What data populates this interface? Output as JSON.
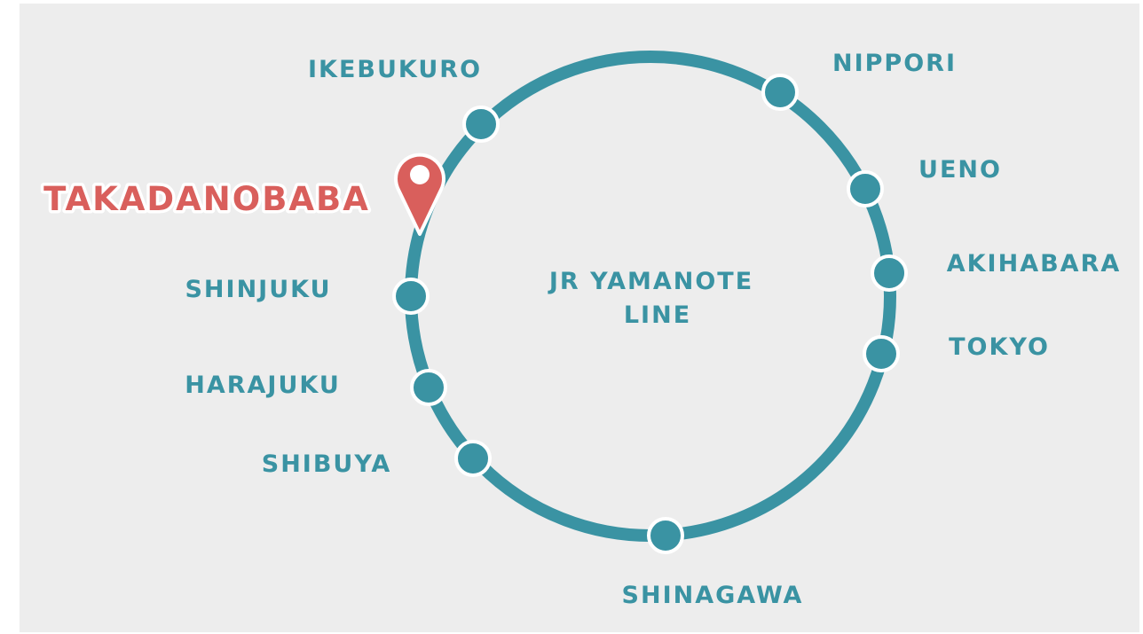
{
  "colors": {
    "background": "#ededed",
    "line": "#3a93a3",
    "highlight": "#d95f5c",
    "station_outline": "#ffffff"
  },
  "line_name": [
    "JR YAMANOTE",
    "LINE"
  ],
  "highlight_station": {
    "name": "TAKADANOBABA",
    "icon": "map-pin-icon"
  },
  "stations": [
    {
      "id": "ikebukuro",
      "name": "IKEBUKURO"
    },
    {
      "id": "nippori",
      "name": "NIPPORI"
    },
    {
      "id": "ueno",
      "name": "UENO"
    },
    {
      "id": "akihabara",
      "name": "AKIHABARA"
    },
    {
      "id": "tokyo",
      "name": "TOKYO"
    },
    {
      "id": "shinagawa",
      "name": "SHINAGAWA"
    },
    {
      "id": "shibuya",
      "name": "SHIBUYA"
    },
    {
      "id": "harajuku",
      "name": "HARAJUKU"
    },
    {
      "id": "shinjuku",
      "name": "SHINJUKU"
    }
  ]
}
